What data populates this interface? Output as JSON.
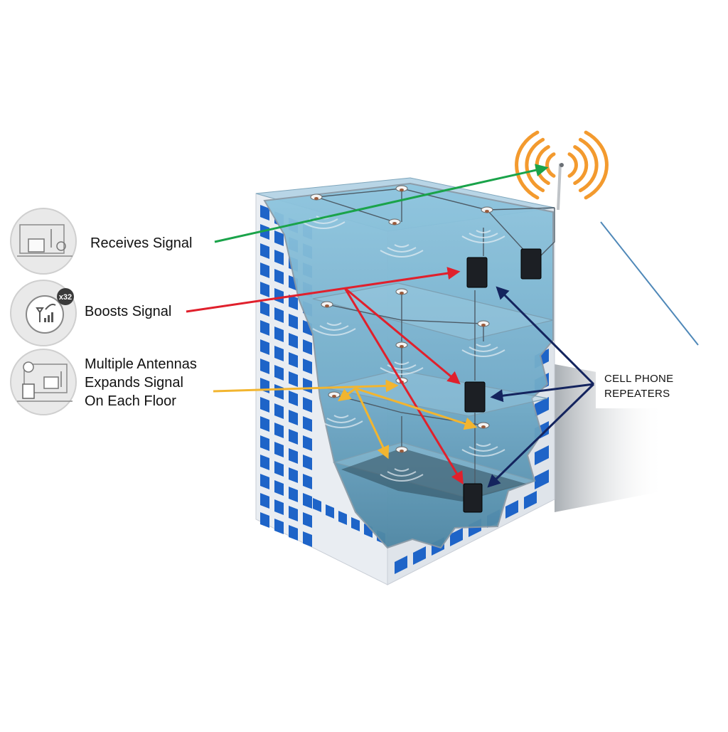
{
  "labels": {
    "receives": "Receives Signal",
    "boosts": "Boosts Signal",
    "multiple": [
      "Multiple Antennas",
      "Expands Signal",
      "On Each Floor"
    ]
  },
  "callout": [
    "CELL PHONE",
    "REPEATERS"
  ],
  "icons": {
    "first": "building-outdoor-antenna-icon",
    "second": "signal-booster-icon",
    "second_badge": "x32",
    "third": "indoor-antenna-room-icon"
  },
  "colors": {
    "receives_arrow": "#1aa34a",
    "boosts_arrow": "#e0202c",
    "antennas_arrow": "#f2b530",
    "repeaters_arrow": "#14245e",
    "signal_waves": "#f39a2e",
    "building_glass": "#8ec3dc",
    "window_blue": "#1e64c8"
  }
}
